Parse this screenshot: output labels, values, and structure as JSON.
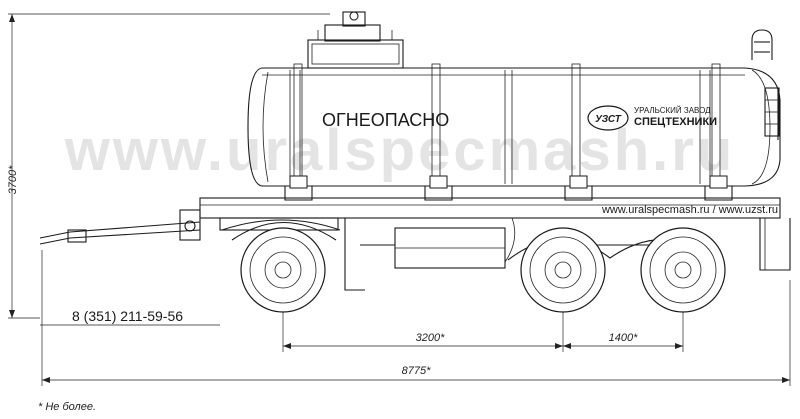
{
  "tank_label": "ОГНЕОПАСНО",
  "logo": {
    "mark": "УЗСТ",
    "line1": "УРАЛЬСКИЙ ЗАВОД",
    "line2": "СПЕЦТЕХНИКИ"
  },
  "watermark": "www.uralspecmash.ru",
  "websites": "www.uralspecmash.ru / www.uzst.ru",
  "phone": "8 (351) 211-59-56",
  "dimensions": {
    "height": "3700*",
    "wheelbase": "3200*",
    "axle_spacing": "1400*",
    "length": "8775*"
  },
  "footnote": "* Не более."
}
